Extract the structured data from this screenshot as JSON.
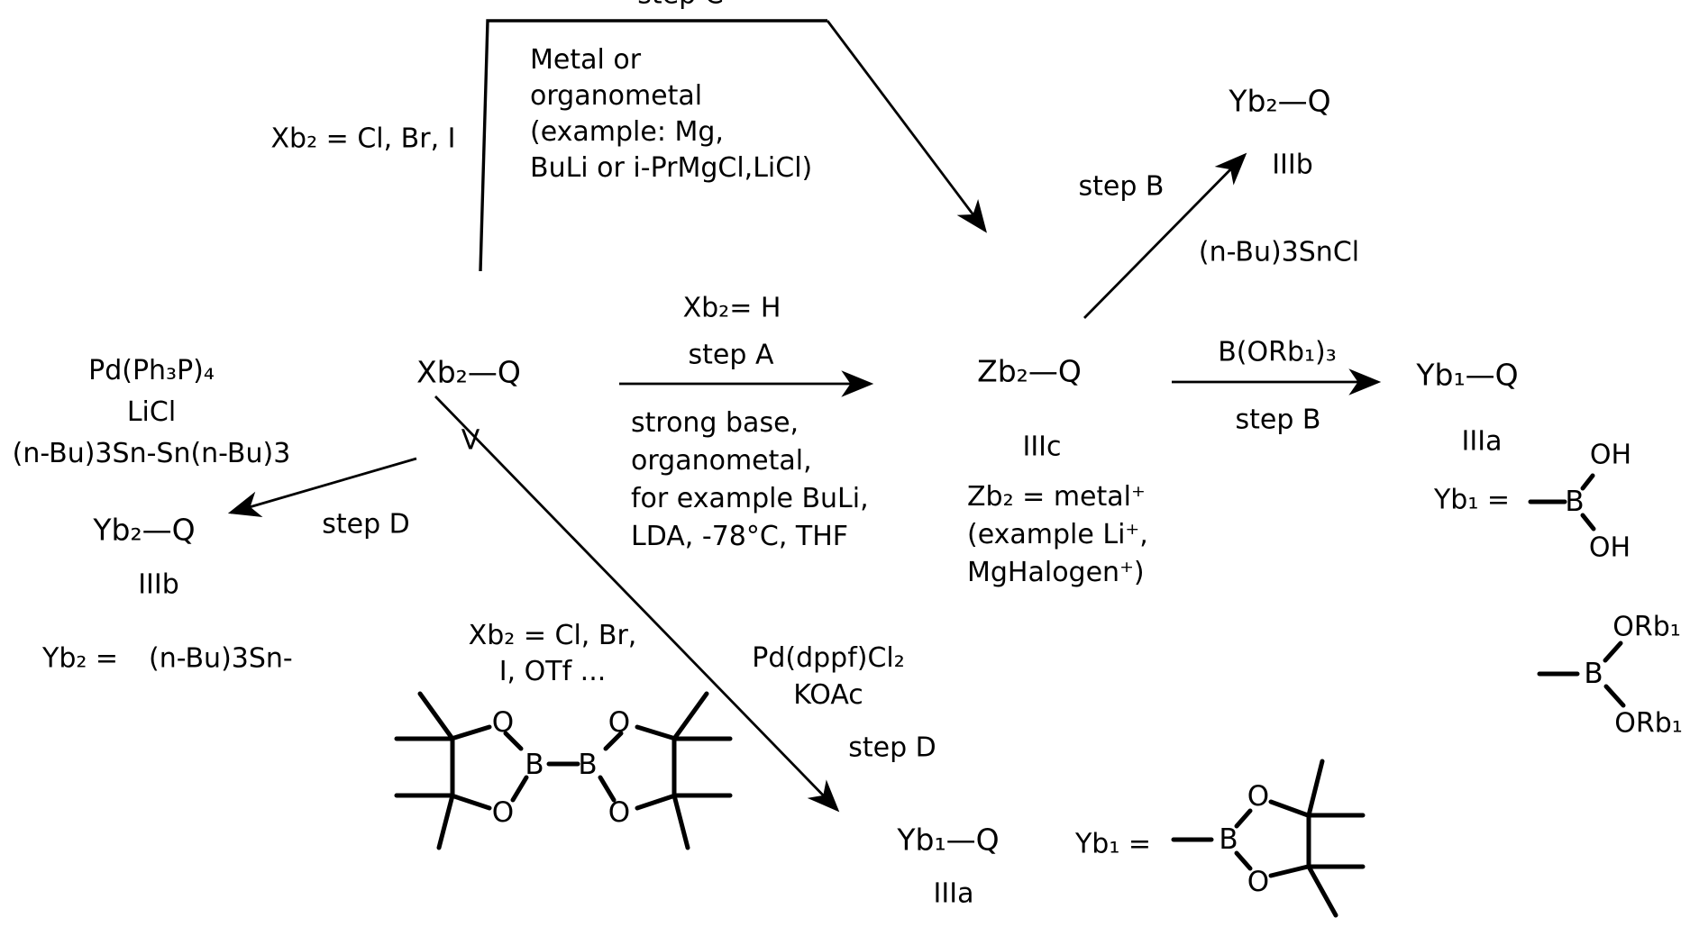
{
  "colors": {
    "background": "#ffffff",
    "ink": "#000000"
  },
  "scheme": {
    "step_c": {
      "label": "step C",
      "x_condition": "Xb₂ = Cl, Br, I",
      "reagent_lines": [
        "Metal or",
        "organometal",
        "(example: Mg,",
        "BuLi or i-PrMgCl,LiCl)"
      ]
    },
    "step_a": {
      "label": "step A",
      "x_condition": "Xb₂= H",
      "reagent_lines": [
        "strong base,",
        "organometal,",
        "for example BuLi,",
        "LDA, -78°C, THF"
      ]
    },
    "step_b_stannylation": {
      "label": "step B",
      "reagent": "(n-Bu)3SnCl"
    },
    "step_b_borylation": {
      "label": "step B",
      "reagent": "B(ORb₁)₃"
    },
    "step_d_stannylation": {
      "label": "step D",
      "reagent_lines": [
        "Pd(Ph₃P)₄",
        "LiCl",
        "(n-Bu)3Sn-Sn(n-Bu)3"
      ]
    },
    "step_d_borylation": {
      "label": "step D",
      "x_condition_lines": [
        "Xb₂ = Cl, Br,",
        "I, OTf ..."
      ],
      "reagent_lines": [
        "Pd(dppf)Cl₂",
        "KOAc"
      ]
    },
    "compounds": {
      "v": {
        "formula": "Xb₂—Q",
        "id": "V"
      },
      "iiic": {
        "formula": "Zb₂—Q",
        "id": "IIIc",
        "z_note_lines": [
          "Zb₂ = metal⁺",
          "(example Li⁺,",
          "MgHalogen⁺)"
        ]
      },
      "iiib_top": {
        "formula": "Yb₂—Q",
        "id": "IIIb"
      },
      "iiib_left": {
        "formula": "Yb₂—Q",
        "id": "IIIb"
      },
      "iiia_right": {
        "formula": "Yb₁—Q",
        "id": "IIIa"
      },
      "iiia_bottom": {
        "formula": "Yb₁—Q",
        "id": "IIIa"
      }
    },
    "definitions": {
      "yb2": {
        "label": "Yb₂ =",
        "value": "(n-Bu)3Sn-"
      },
      "yb1_boronic_acid": {
        "label": "Yb₁ =",
        "boron": "B",
        "oh_top": "OH",
        "oh_bottom": "OH"
      },
      "yb1_boronate_ester": {
        "boron": "B",
        "or_top": "ORb₁",
        "or_bottom": "ORb₁"
      },
      "yb1_pinacol": {
        "label": "Yb₁ =",
        "boron": "B",
        "o_top": "O",
        "o_bottom": "O"
      }
    },
    "diboron_structure": {
      "b_left": "B",
      "b_right": "B",
      "o_top_left": "O",
      "o_top_right": "O",
      "o_bottom_left": "O",
      "o_bottom_right": "O"
    }
  }
}
